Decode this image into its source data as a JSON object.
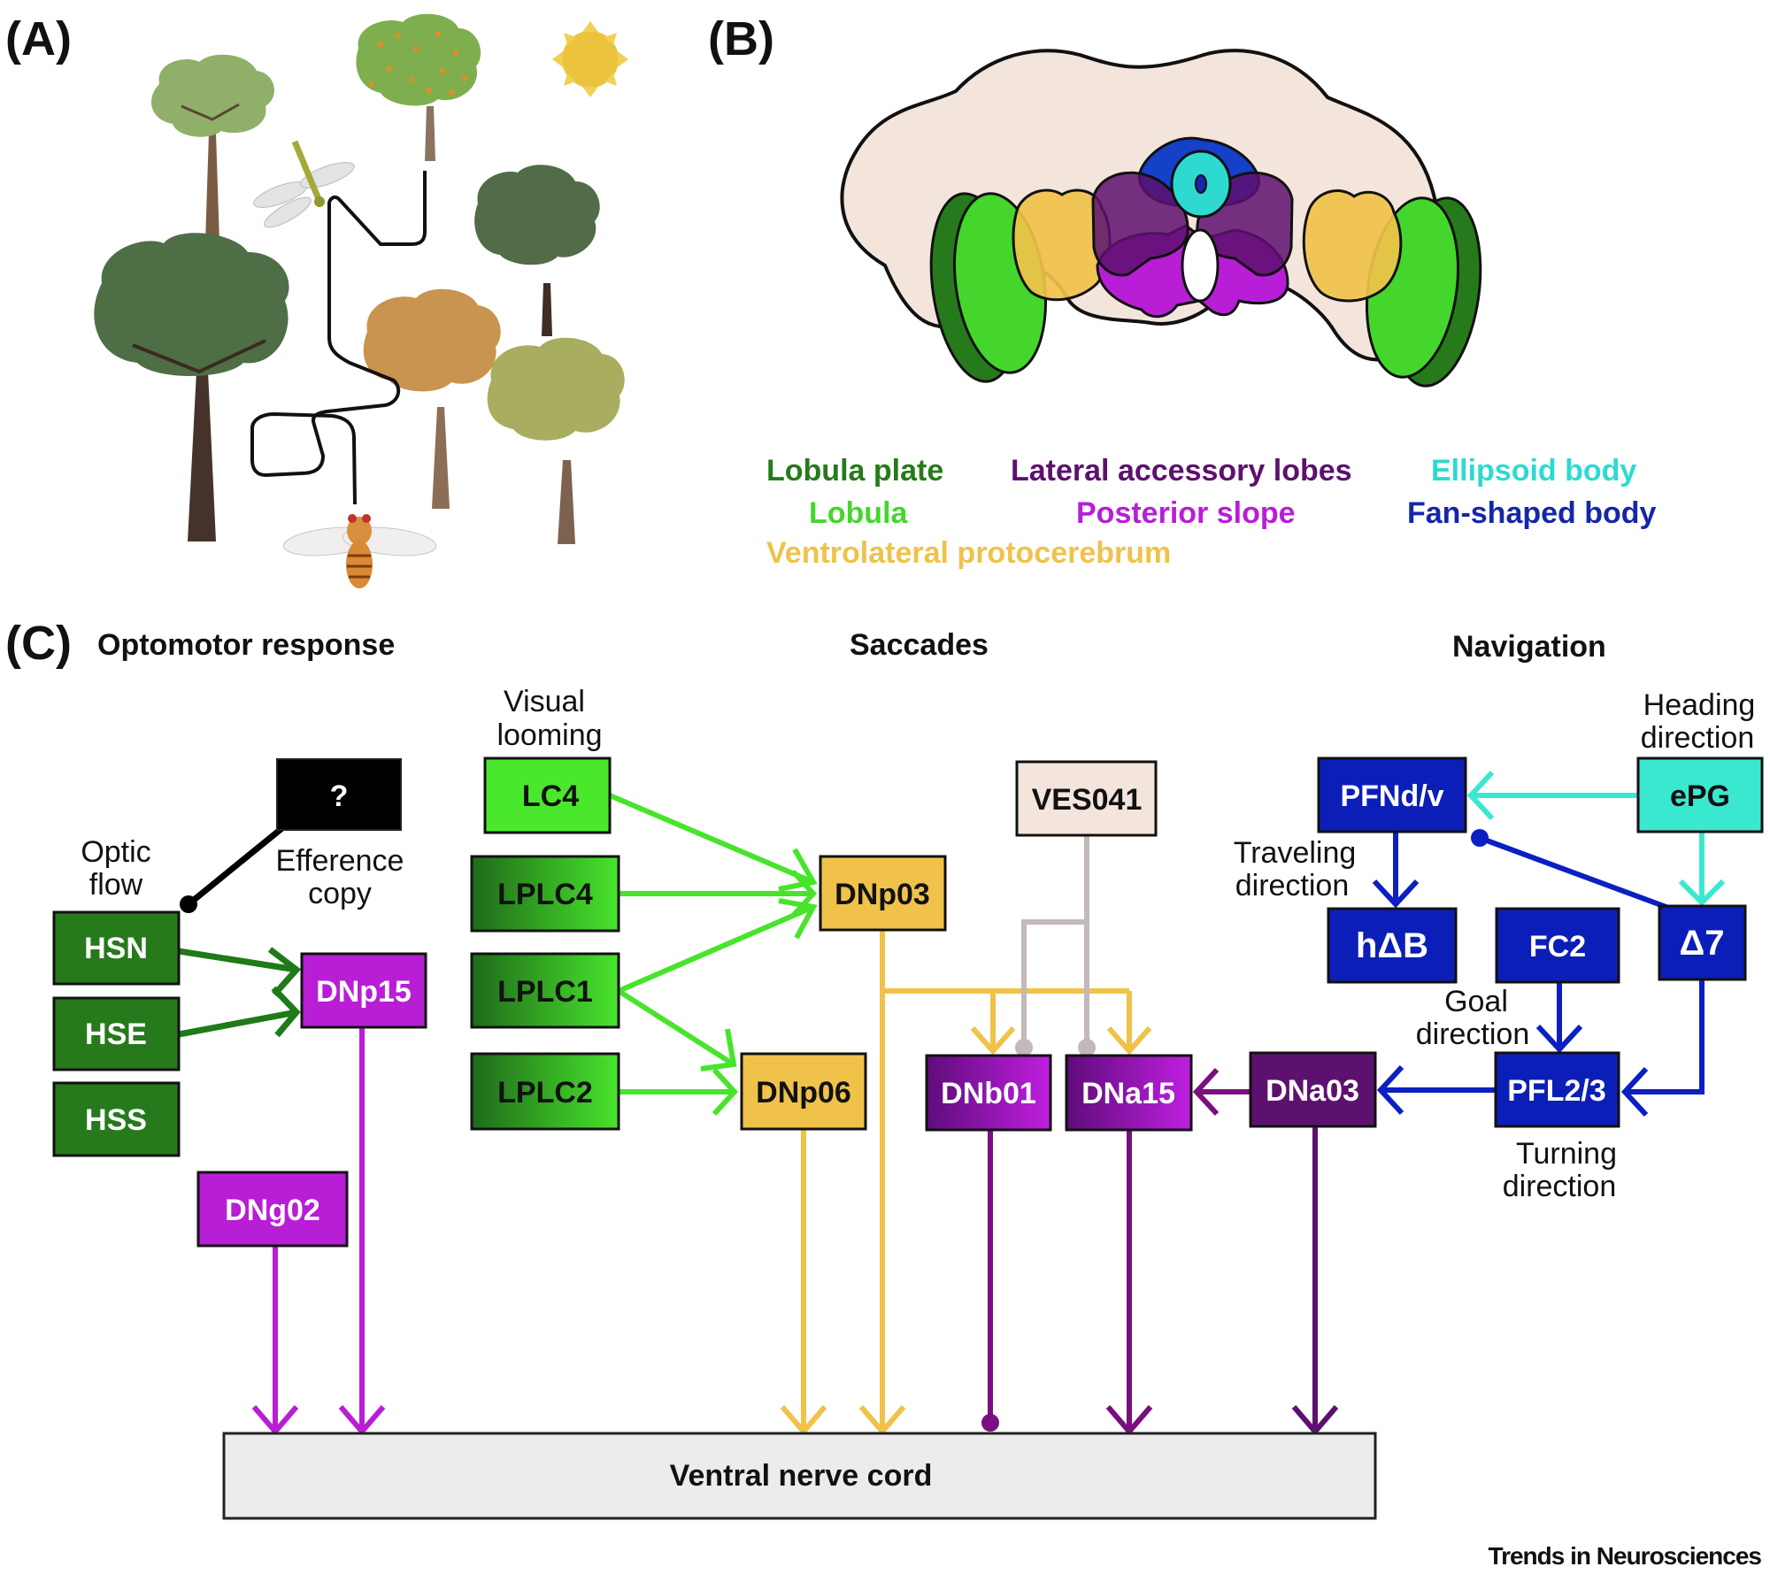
{
  "panels": {
    "a": {
      "letter": "(A)"
    },
    "b": {
      "letter": "(B)"
    },
    "c": {
      "letter": "(C)"
    }
  },
  "legend": [
    {
      "label": "Lobula plate",
      "color": "#267a1c"
    },
    {
      "label": "Lobula",
      "color": "#44d62c"
    },
    {
      "label": "Ventrolateral protocerebrum",
      "color": "#f0c24a"
    },
    {
      "label": "Lateral accessory lobes",
      "color": "#5d116e"
    },
    {
      "label": "Posterior slope",
      "color": "#b81ed6"
    },
    {
      "label": "Ellipsoid body",
      "color": "#2ed9d0"
    },
    {
      "label": "Fan-shaped body",
      "color": "#1527a8"
    }
  ],
  "sections": {
    "optomotor": "Optomotor response",
    "saccades": "Saccades",
    "navigation": "Navigation"
  },
  "annotations": {
    "optic_flow": [
      "Optic",
      "flow"
    ],
    "efference_copy": [
      "Efference",
      "copy"
    ],
    "visual_looming": [
      "Visual",
      "looming"
    ],
    "heading_direction": [
      "Heading",
      "direction"
    ],
    "traveling_direction": [
      "Traveling",
      "direction"
    ],
    "goal_direction": [
      "Goal",
      "direction"
    ],
    "turning_direction": [
      "Turning",
      "direction"
    ]
  },
  "nodes": {
    "unknown": "?",
    "hsn": "HSN",
    "hse": "HSE",
    "hss": "HSS",
    "dnp15": "DNp15",
    "dng02": "DNg02",
    "lc4": "LC4",
    "lplc4": "LPLC4",
    "lplc1": "LPLC1",
    "lplc2": "LPLC2",
    "dnp03": "DNp03",
    "dnp06": "DNp06",
    "ves041": "VES041",
    "dnb01": "DNb01",
    "dna15": "DNa15",
    "dna03": "DNa03",
    "pfndv": "PFNd/v",
    "epg": "ePG",
    "hdb": "hΔB",
    "fc2": "FC2",
    "d7": "Δ7",
    "pfl23": "PFL2/3",
    "vnc": "Ventral nerve cord"
  },
  "colors": {
    "hs_green": "#267a1c",
    "lc4_green": "#4ae82c",
    "dn_magenta": "#b81ed6",
    "dn_yellow": "#f0c24a",
    "ves_beige": "#f3e4dc",
    "dn_purple": "#5d116e",
    "nav_blue": "#0b1fc2",
    "epg_cyan": "#3ae8d0",
    "inhib_gray": "#c4b8b8",
    "vnc_gray": "#ececec"
  },
  "credit": "Trends in Neurosciences"
}
